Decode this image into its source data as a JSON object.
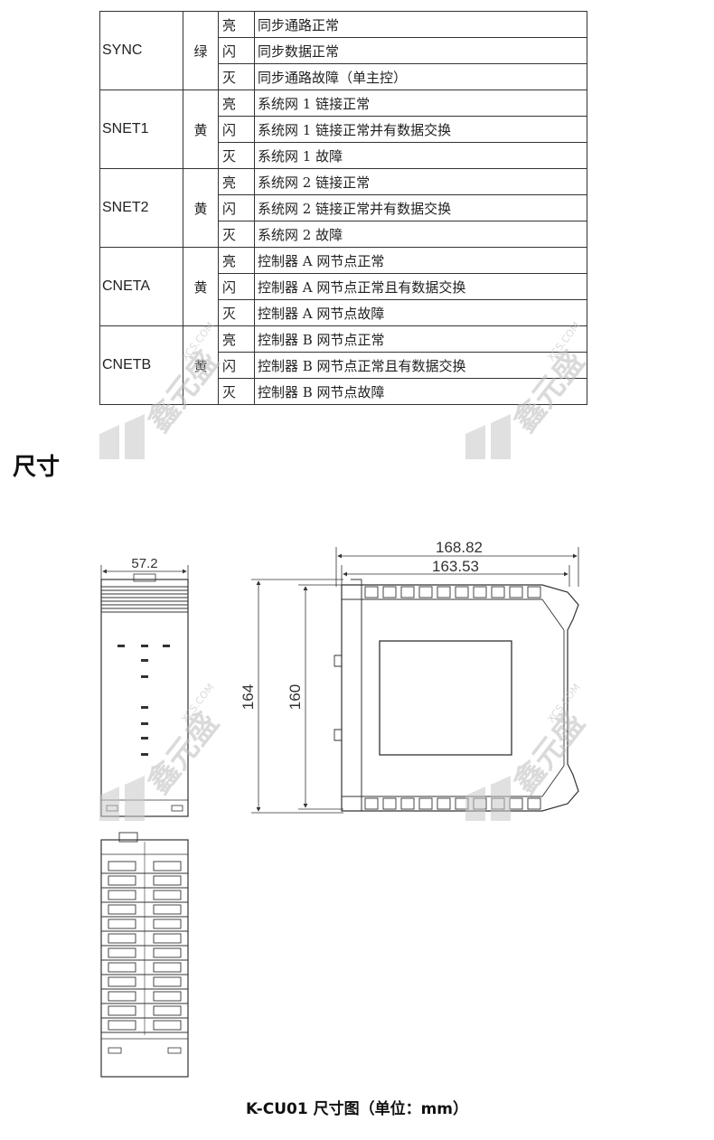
{
  "led_table": {
    "groups": [
      {
        "signal": "SYNC",
        "color": "绿",
        "rows": [
          {
            "state": "亮",
            "desc": "同步通路正常"
          },
          {
            "state": "闪",
            "desc": "同步数据正常"
          },
          {
            "state": "灭",
            "desc": "同步通路故障（单主控）"
          }
        ]
      },
      {
        "signal": "SNET1",
        "color": "黄",
        "rows": [
          {
            "state": "亮",
            "desc": "系统网 1 链接正常"
          },
          {
            "state": "闪",
            "desc": "系统网 1 链接正常并有数据交换"
          },
          {
            "state": "灭",
            "desc": "系统网 1 故障"
          }
        ]
      },
      {
        "signal": "SNET2",
        "color": "黄",
        "rows": [
          {
            "state": "亮",
            "desc": "系统网 2 链接正常"
          },
          {
            "state": "闪",
            "desc": "系统网 2 链接正常并有数据交换"
          },
          {
            "state": "灭",
            "desc": "系统网 2 故障"
          }
        ]
      },
      {
        "signal": "CNETA",
        "color": "黄",
        "rows": [
          {
            "state": "亮",
            "desc": "控制器 A 网节点正常"
          },
          {
            "state": "闪",
            "desc": "控制器 A 网节点正常且有数据交换"
          },
          {
            "state": "灭",
            "desc": "控制器 A 网节点故障"
          }
        ]
      },
      {
        "signal": "CNETB",
        "color": "黄",
        "rows": [
          {
            "state": "亮",
            "desc": "控制器 B 网节点正常"
          },
          {
            "state": "闪",
            "desc": "控制器 B 网节点正常且有数据交换"
          },
          {
            "state": "灭",
            "desc": "控制器 B 网节点故障"
          }
        ]
      }
    ]
  },
  "section_title": "尺寸",
  "dimensions": {
    "width": "57.2",
    "overall_depth": "168.82",
    "body_depth": "163.53",
    "overall_height": "164",
    "body_height": "160"
  },
  "caption": "K-CU01 尺寸图（单位：mm）",
  "watermark": {
    "brand": "鑫元盛",
    "domain": "XCS.COM"
  },
  "colors": {
    "line": "#333333",
    "watermark": "#c8c8c8"
  }
}
